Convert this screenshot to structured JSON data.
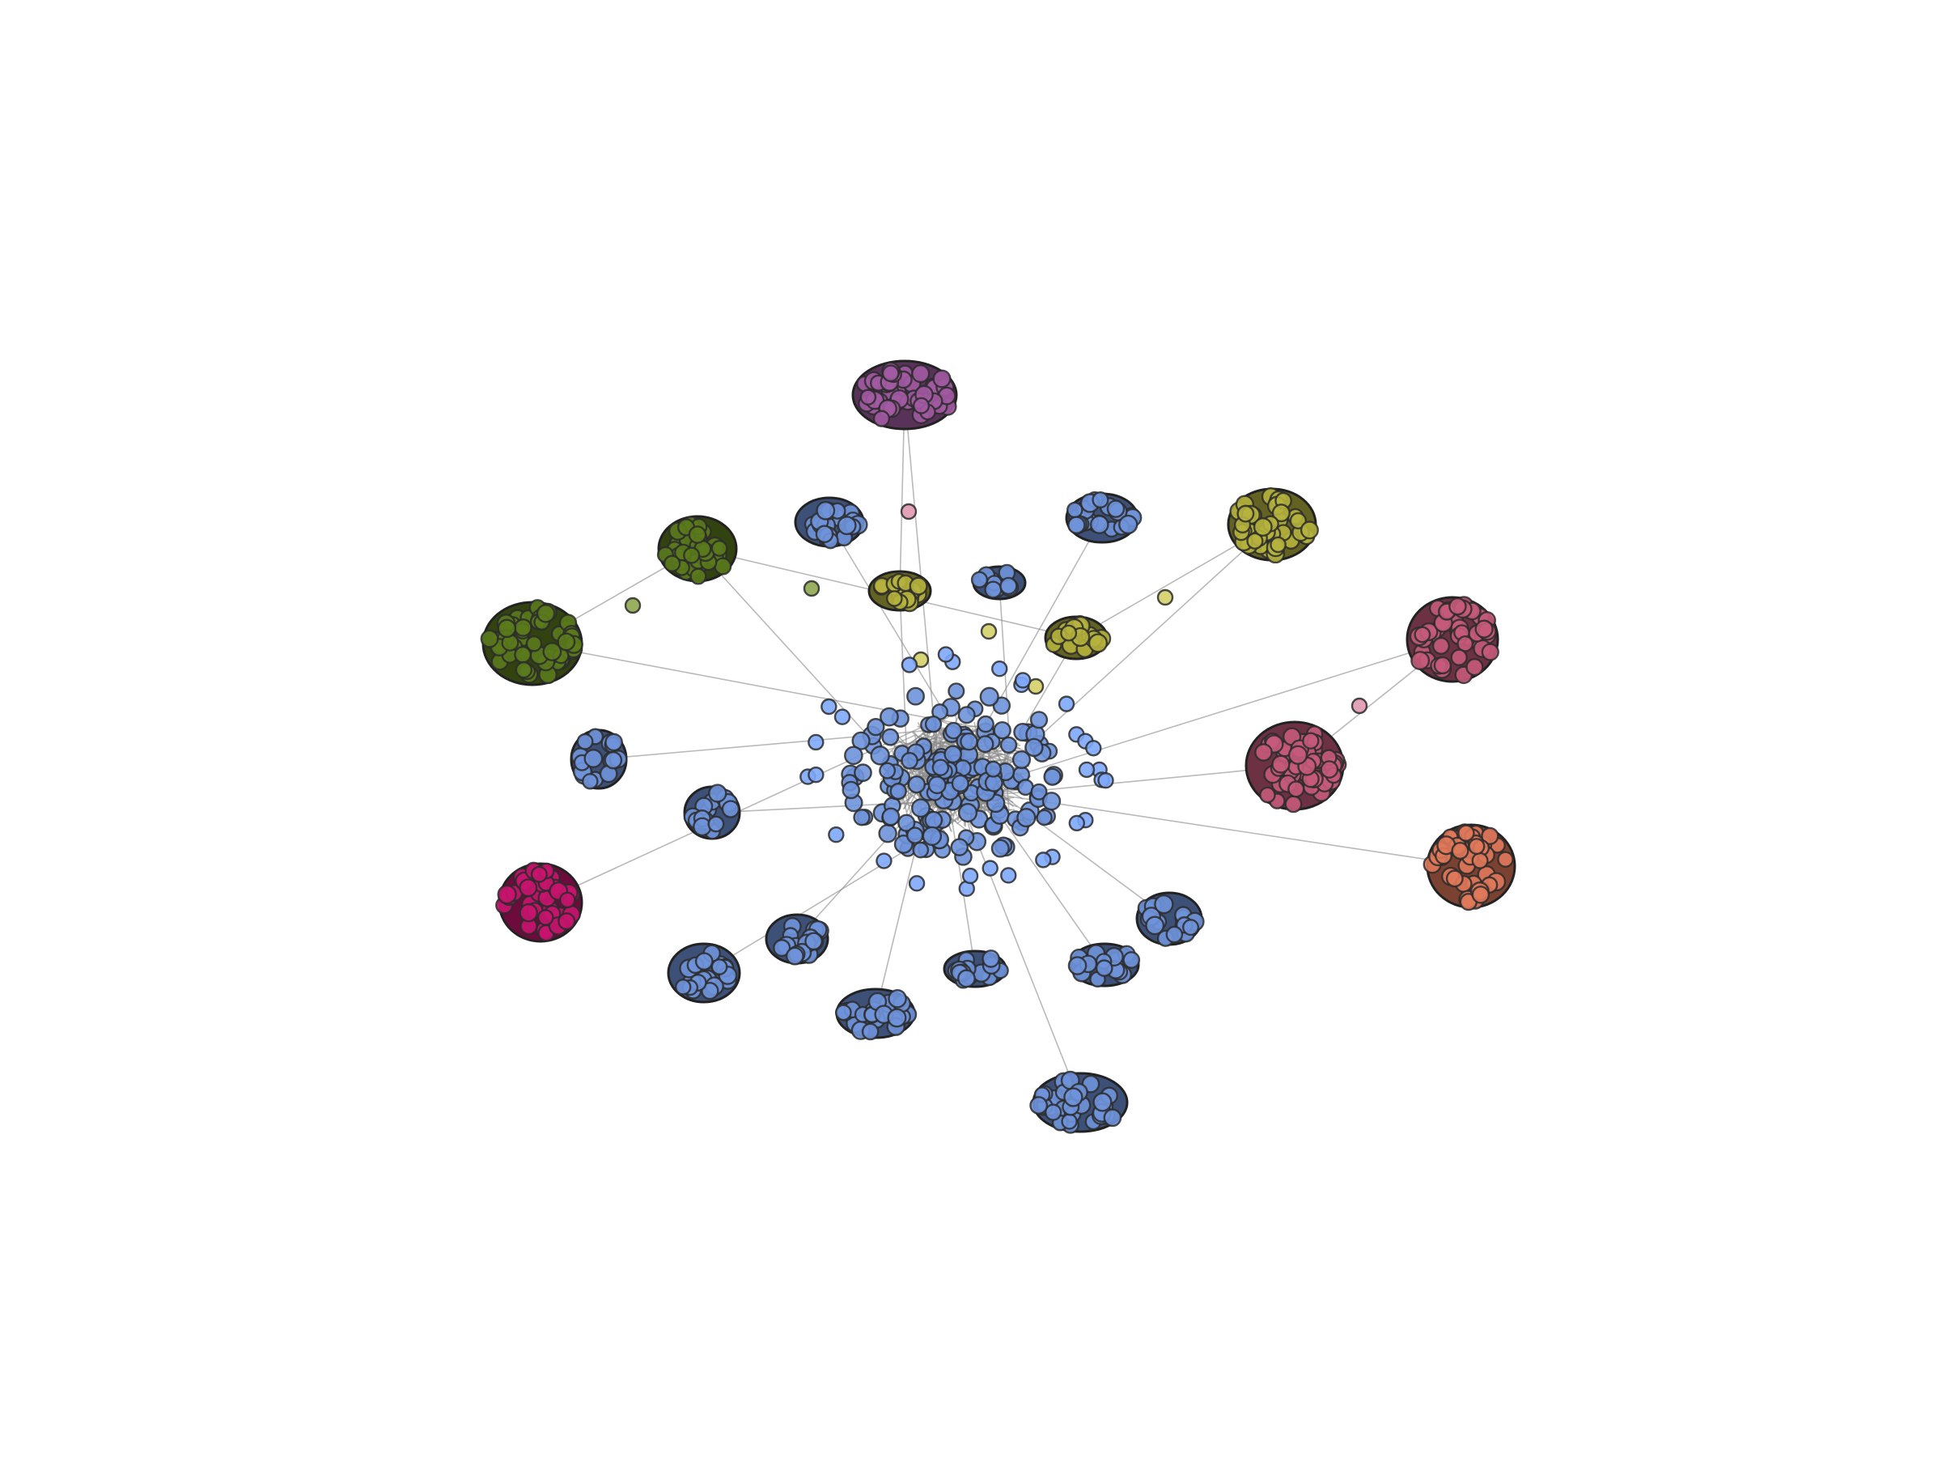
{
  "diagram": {
    "type": "network-graph",
    "background": "#ffffff",
    "community_colors": {
      "blue": "#6f93da",
      "olive": "#5a7a1c",
      "purple": "#a25aa2",
      "yellow": "#b5b33d",
      "rose": "#c55a7a",
      "magenta": "#c8146e",
      "orange": "#e0785a",
      "light_yellow": "#d8d478",
      "light_pink": "#e3a2b8",
      "light_olive": "#98b060"
    },
    "hub": {
      "color": "blue",
      "node_count": 170
    },
    "clusters": [
      {
        "id": "purple-top",
        "color": "purple"
      },
      {
        "id": "olive-left-upper",
        "color": "olive"
      },
      {
        "id": "olive-left",
        "color": "olive"
      },
      {
        "id": "blue-upper-left",
        "color": "blue"
      },
      {
        "id": "blue-upper-right",
        "color": "blue"
      },
      {
        "id": "yellow-upper-right",
        "color": "yellow"
      },
      {
        "id": "yellow-small-center",
        "color": "yellow"
      },
      {
        "id": "yellow-small-right",
        "color": "yellow"
      },
      {
        "id": "blue-small-top",
        "color": "blue"
      },
      {
        "id": "rose-right-upper",
        "color": "rose"
      },
      {
        "id": "rose-right",
        "color": "rose"
      },
      {
        "id": "orange-right",
        "color": "orange"
      },
      {
        "id": "magenta-left",
        "color": "magenta"
      },
      {
        "id": "blue-left",
        "color": "blue"
      },
      {
        "id": "blue-left-lower",
        "color": "blue"
      },
      {
        "id": "blue-lower-left",
        "color": "blue"
      },
      {
        "id": "blue-lower-left2",
        "color": "blue"
      },
      {
        "id": "blue-bottom-left",
        "color": "blue"
      },
      {
        "id": "blue-bottom-center",
        "color": "blue"
      },
      {
        "id": "blue-bottom-right",
        "color": "blue"
      },
      {
        "id": "blue-right-lower",
        "color": "blue"
      },
      {
        "id": "blue-bottom",
        "color": "blue"
      }
    ]
  }
}
